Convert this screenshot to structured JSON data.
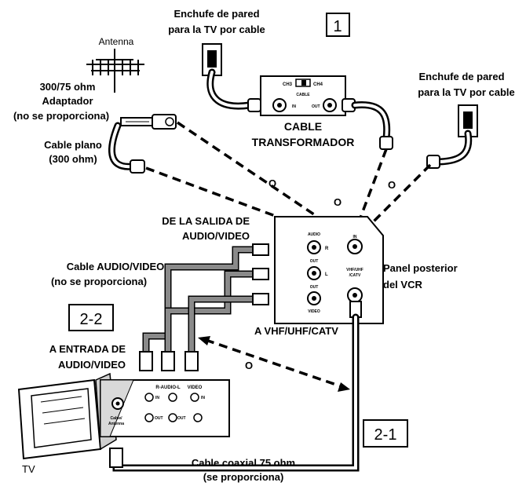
{
  "labels": {
    "antenna": "Antenna",
    "wall_jack_1": [
      "Enchufe de pared",
      "para la TV por cable"
    ],
    "wall_jack_2": [
      "Enchufe de pared",
      "para la TV por cable"
    ],
    "adapter": [
      "300/75 ohm",
      "Adaptador",
      "(no se proporciona)"
    ],
    "flat_cable": [
      "Cable plano",
      "(300 ohm)"
    ],
    "cable_box": [
      "CABLE",
      "TRANSFORMADOR"
    ],
    "cable_box_switch": [
      "CH3",
      "CH4"
    ],
    "cable_box_ports": [
      "CABLE",
      "IN",
      "OUT"
    ],
    "o_marks": [
      "O",
      "O",
      "O",
      "O"
    ],
    "from_av_out": [
      "DE LA SALIDA DE",
      "AUDIO/VIDEO"
    ],
    "av_cable": [
      "Cable AUDIO/VIDEO",
      "(no se proporciona)"
    ],
    "vcr_panel": [
      "Panel posterior",
      "del VCR"
    ],
    "vcr_ports": [
      "AUDIO",
      "R",
      "OUT",
      "L",
      "OUT",
      "VIDEO",
      "VHF/UHF",
      "/CATV",
      "IN"
    ],
    "to_vhf": "A VHF/UHF/CATV",
    "to_av_in": [
      "A ENTRADA DE",
      "AUDIO/VIDEO"
    ],
    "tv_panel": [
      "R-AUDIO-L",
      "VIDEO",
      "IN",
      "IN",
      "OUT",
      "OUT"
    ],
    "tv_antenna_port": [
      "Cable/",
      "Antenna"
    ],
    "tv": "TV",
    "coax": [
      "Cable coaxial 75 ohm",
      "(se proporciona)"
    ],
    "step_1": "1",
    "step_2_2": "2-2",
    "step_2_1": "2-1"
  },
  "colors": {
    "ink": "#000000",
    "paper": "#ffffff",
    "panel_gray": "#d9d9d9",
    "av_cable_gray": "#8a8a8a"
  }
}
